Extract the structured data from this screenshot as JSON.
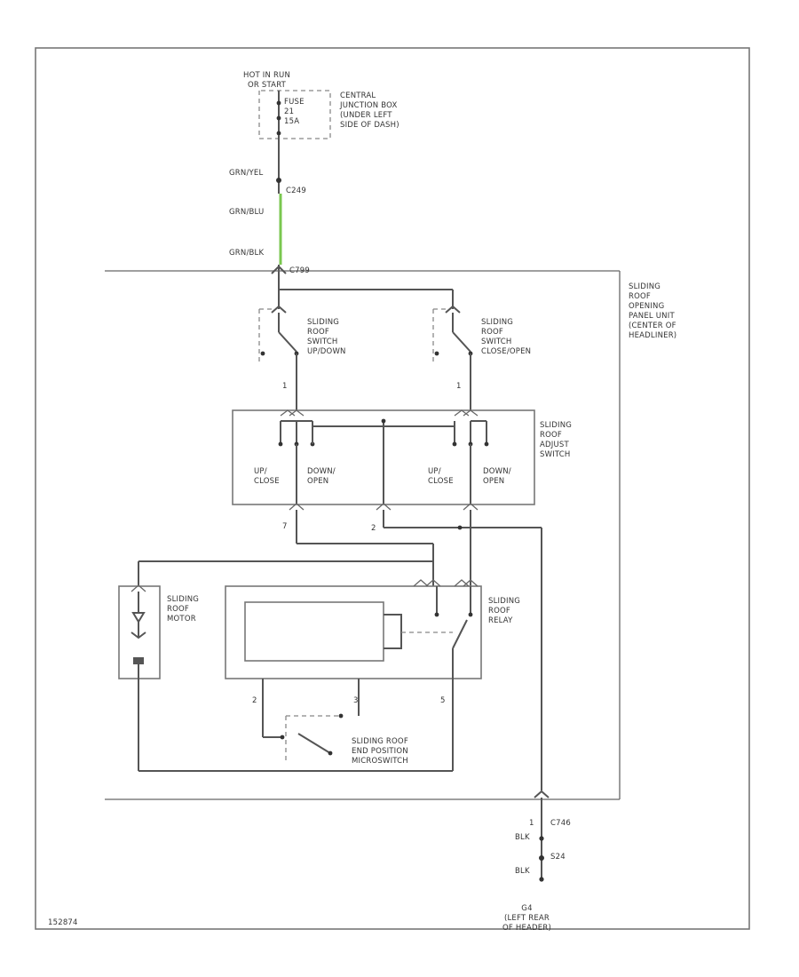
{
  "accent": {
    "green_wire": "#7ac74f"
  },
  "power": {
    "hot_text": "HOT IN RUN\nOR START",
    "fuse_lines": "FUSE\n21\n15A",
    "junction_box": "CENTRAL\nJUNCTION BOX\n(UNDER LEFT\nSIDE OF DASH)"
  },
  "wires": {
    "top": "GRN/YEL",
    "connector_top": "C249",
    "middle": "GRN/BLU",
    "lower": "GRN/BLK",
    "connector_panel": "C799"
  },
  "panel": {
    "label": "SLIDING\nROOF\nOPENING\nPANEL UNIT\n(CENTER OF\nHEADLINER)"
  },
  "switches": {
    "left": "SLIDING\nROOF\nSWITCH\nUP/DOWN",
    "right": "SLIDING\nROOF\nSWITCH\nCLOSE/OPEN",
    "pin_left": "1",
    "pin_right": "1"
  },
  "adjust_switch": {
    "label": "SLIDING\nROOF\nADJUST\nSWITCH",
    "left_up": "UP/\nCLOSE",
    "left_down": "DOWN/\nOPEN",
    "right_up": "UP/\nCLOSE",
    "right_down": "DOWN/\nOPEN",
    "pin_a": "7",
    "pin_b": "2"
  },
  "motor": {
    "label": "SLIDING\nROOF\nMOTOR"
  },
  "relay": {
    "label": "SLIDING\nROOF\nRELAY",
    "pin_2": "2",
    "pin_3": "3",
    "pin_5": "5"
  },
  "microswitch": {
    "label": "SLIDING ROOF\nEND POSITION\nMICROSWITCH"
  },
  "ground": {
    "pin": "1",
    "connector": "C746",
    "wire_top": "BLK",
    "splice": "S24",
    "wire_bottom": "BLK",
    "ground_label": "G4\n(LEFT REAR\nOF HEADER)"
  },
  "figure_id": "152874"
}
